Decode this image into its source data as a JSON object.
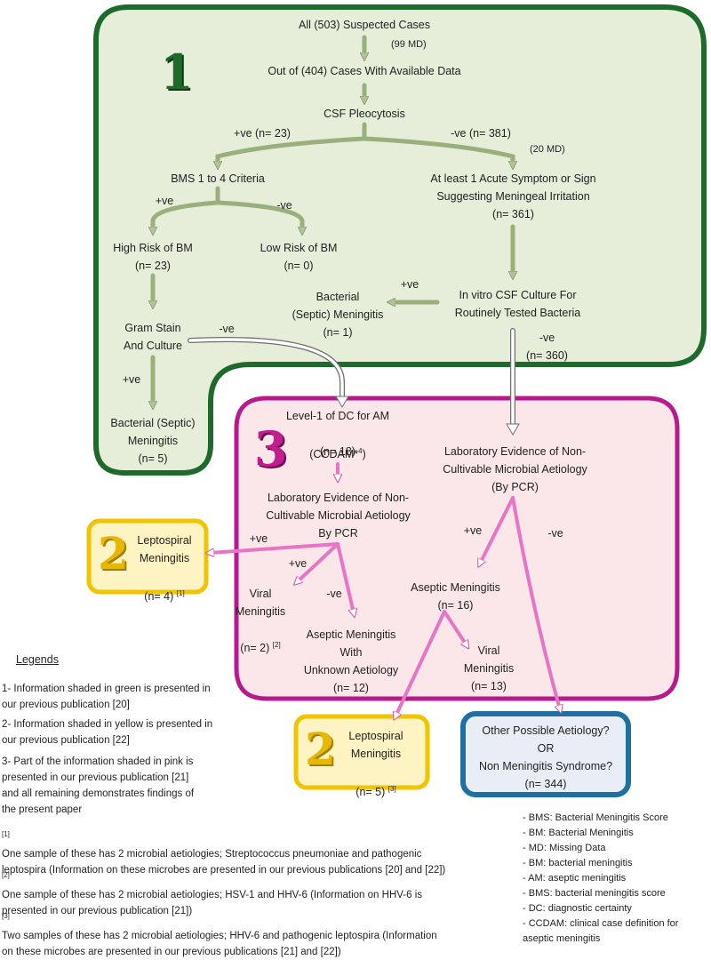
{
  "colors": {
    "green_fill": "#e6eed9",
    "green_border": "#1e6a2c",
    "pink_fill": "#fbe6ea",
    "pink_border": "#b8198c",
    "yellow_fill": "#fdf3c3",
    "yellow_border": "#f1c400",
    "blue_fill": "#e9eef6",
    "blue_border": "#1f6fa0",
    "green_arrow": "#9ab07c",
    "pink_arrow": "#e874c6"
  },
  "region_numbers": {
    "green": "1",
    "pink": "3",
    "yellow_a": "2",
    "yellow_b": "2"
  },
  "nodes": {
    "all_suspected": "All (503) Suspected Cases",
    "md_99": "(99 MD)",
    "cases_available": "Out of (404) Cases With Available Data",
    "csf_pleocytosis": "CSF Pleocytosis",
    "pos_23": "+ve (n= 23)",
    "neg_381": "-ve (n= 381)",
    "md_20": "(20 MD)",
    "bms_criteria": "BMS 1 to 4 Criteria",
    "acute_symptom": "At least 1 Acute Symptom or Sign\nSuggesting Meningeal Irritation\n(n= 361)",
    "bms_pos": "+ve",
    "bms_neg": "-ve",
    "high_risk": "High Risk of BM\n(n= 23)",
    "low_risk": "Low Risk of BM\n(n= 0)",
    "culture_pos": "+ve",
    "bacterial_septic_1": "Bacterial\n(Septic) Meningitis\n(n= 1)",
    "in_vitro": "In vitro CSF Culture For\nRoutinely Tested Bacteria",
    "gram_stain": "Gram Stain\nAnd Culture",
    "gram_neg": "-ve",
    "culture_neg": "-ve\n(n= 360)",
    "gram_pos": "+ve",
    "bacterial_septic_5": "Bacterial (Septic)\nMeningitis\n(n= 5)",
    "level1": "Level-1 of DC for AM",
    "ccdam": "(CCDAM*",
    "ccdam_sup": "4",
    "ccdam_close": ")",
    "n18": "(n= 18)",
    "lab_evidence_right": "Laboratory Evidence of Non-\nCultivable Microbial Aetiology\n(By PCR)",
    "lab_evidence_mid": "Laboratory Evidence of Non-\nCultivable Microbial Aetiology\nBy PCR",
    "lepto_1_title": "Leptospiral\nMeningitis",
    "lepto_1_n": "(n= 4)",
    "lepto_1_ref": "[1]",
    "mid_pos_a": "+ve",
    "mid_pos_b": "+ve",
    "mid_neg": "-ve",
    "viral_2": "Viral\nMeningitis",
    "viral_2_n": "(n= 2)",
    "viral_2_ref": "[2]",
    "aseptic_unknown": "Aseptic Meningitis\nWith\nUnknown Aetiology\n(n= 12)",
    "right_pos": "+ve",
    "right_neg": "-ve",
    "aseptic_16": "Aseptic Meningitis\n(n= 16)",
    "viral_13": "Viral\nMeningitis\n(n= 13)",
    "lepto_2_title": "Leptospiral\nMeningitis",
    "lepto_2_n": "(n= 5)",
    "lepto_2_ref": "[3]",
    "other_possible": "Other Possible Aetiology?\nOR\nNon Meningitis Syndrome?\n(n= 344)"
  },
  "legends": {
    "heading": "Legends",
    "items": [
      "1- Information shaded in green is presented in\n     our previous publication [20]",
      "2- Information shaded in yellow is presented in\n     our previous publication [22]",
      "3- Part of the information shaded in pink is\n     presented in our previous publication [21]\n     and all remaining demonstrates findings of\n     the present paper"
    ]
  },
  "abbreviations": [
    "BMS: Bacterial Meningitis Score",
    "BM: Bacterial Meningitis",
    "MD: Missing Data",
    "BM: bacterial meningitis",
    "AM: aseptic meningitis",
    "BMS: bacterial meningitis score",
    "DC: diagnostic certainty",
    "CCDAM: clinical case definition for\n   aseptic meningitis"
  ],
  "footnotes": [
    {
      "mark": "[1]",
      "text": "One sample of these has 2 microbial aetiologies; Streptococcus pneumoniae and pathogenic\nleptospira (Information on these microbes are presented in our previous publications [20] and [22])"
    },
    {
      "mark": "[2]",
      "text": "One sample of these has 2 microbial aetiologies; HSV-1 and HHV-6 (Information on HHV-6 is\npresented in our previous publication [21])"
    },
    {
      "mark": "[3]",
      "text": "Two samples of these has 2 microbial aetiologies; HHV-6 and pathogenic leptospira (Information\non these microbes are presented in our previous publications [21] and [22])"
    }
  ]
}
